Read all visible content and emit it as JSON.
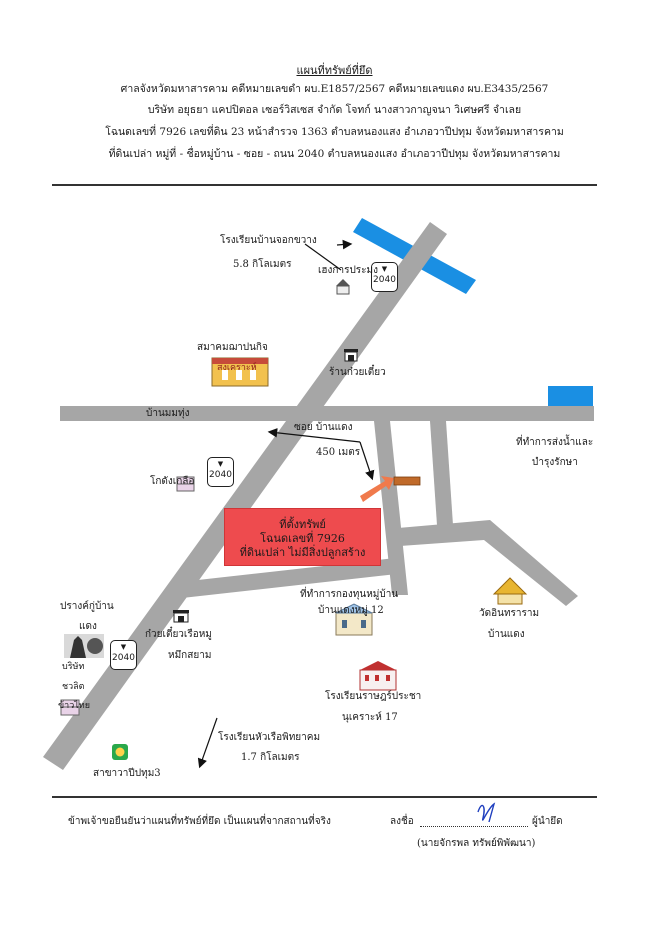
{
  "header": {
    "title": "แผนที่ทรัพย์ที่ยึด",
    "line1": "ศาลจังหวัดมหาสารคาม   คดีหมายเลขดำ ผบ.E1857/2567  คดีหมายเลขแดง ผบ.E3435/2567",
    "line2": "บริษัท อยุธยา แคปปิตอล เซอร์วิสเซส จำกัด   โจทก์  นางสาวกาญจนา  วิเศษศรี  จำเลย",
    "line3": "โฉนดเลขที่ 7926 เลขที่ดิน 23 หน้าสำรวจ 1363 ตำบลหนองแสง อำเภอวาปีปทุม  จังหวัดมหาสารคาม",
    "line4": "ที่ดินเปล่า หมู่ที่  -   ชื่อหมู่บ้าน -  ซอย - ถนน 2040 ตำบลหนองแสง อำเภอวาปีปทุม  จังหวัดมหาสารคาม"
  },
  "map": {
    "road_signs": [
      "2040",
      "2040",
      "2040"
    ],
    "roads": {
      "main": "บ้านมมทุ่ง",
      "soi": "ซอย บ้านแดง"
    },
    "distance_450": "450 เมตร",
    "property": {
      "line1": "ที่ตั้งทรัพย์",
      "line2": "โฉนดเลขที่  7926",
      "line3": "ที่ดินเปล่า ไม่มีสิ่งปลูกสร้าง"
    },
    "landmarks": {
      "school_top": "โรงเรียนบ้านจอกขวาง",
      "school_top_dist": "5.8 กิโลเมตร",
      "hengkarn": "เฮงการประมง",
      "samakom": "สมาคมฌาปนกิจ",
      "songkroh": "สงเคราะห์",
      "noodle_shop": "ร้านก๋วยเตี๋ยว",
      "water_office_1": "ที่ทำการส่งน้ำและ",
      "water_office_2": "บำรุงรักษา",
      "kodang": "โกดังเกลือ",
      "village_office": "ที่ทำการกองทุนหมู่บ้าน",
      "village_no": "บ้านแดงหมู่ 12",
      "wat_1": "วัดอินทราราม",
      "wat_2": "บ้านแดง",
      "prang_1": "ปรางค์กู่บ้าน",
      "prang_2": "แดง",
      "noodle_pork_1": "ก๋วยเตี๋ยวเรือหมู",
      "noodle_pork_2": "หมึกสยาม",
      "company_1": "บริษัท",
      "company_2": "ชวลิต",
      "company_3": "ข้าวไทย",
      "school_mid_1": "โรงเรียนราษฎร์ประชา",
      "school_mid_2": "นุเคราะห์ 17",
      "school_bottom": "โรงเรียนหัวเรือพิทยาคม",
      "school_bottom_dist": "1.7 กิโลเมตร",
      "branch": "สาขาวาปีปทุม3"
    }
  },
  "footer": {
    "certify": "ข้าพเจ้าขอยืนยันว่าแผนที่ทรัพย์ที่ยึด เป็นแผนที่จากสถานที่จริง",
    "sign_label": "ลงชื่อ",
    "seizer_label": "ผู้นำยึด",
    "name": "(นายจักรพล   ทรัพย์พิพัฒนา)"
  },
  "colors": {
    "road": "#a6a6a6",
    "water": "#1a8fe3",
    "property": "#ee4b4e",
    "arrow": "#f07a4c"
  }
}
